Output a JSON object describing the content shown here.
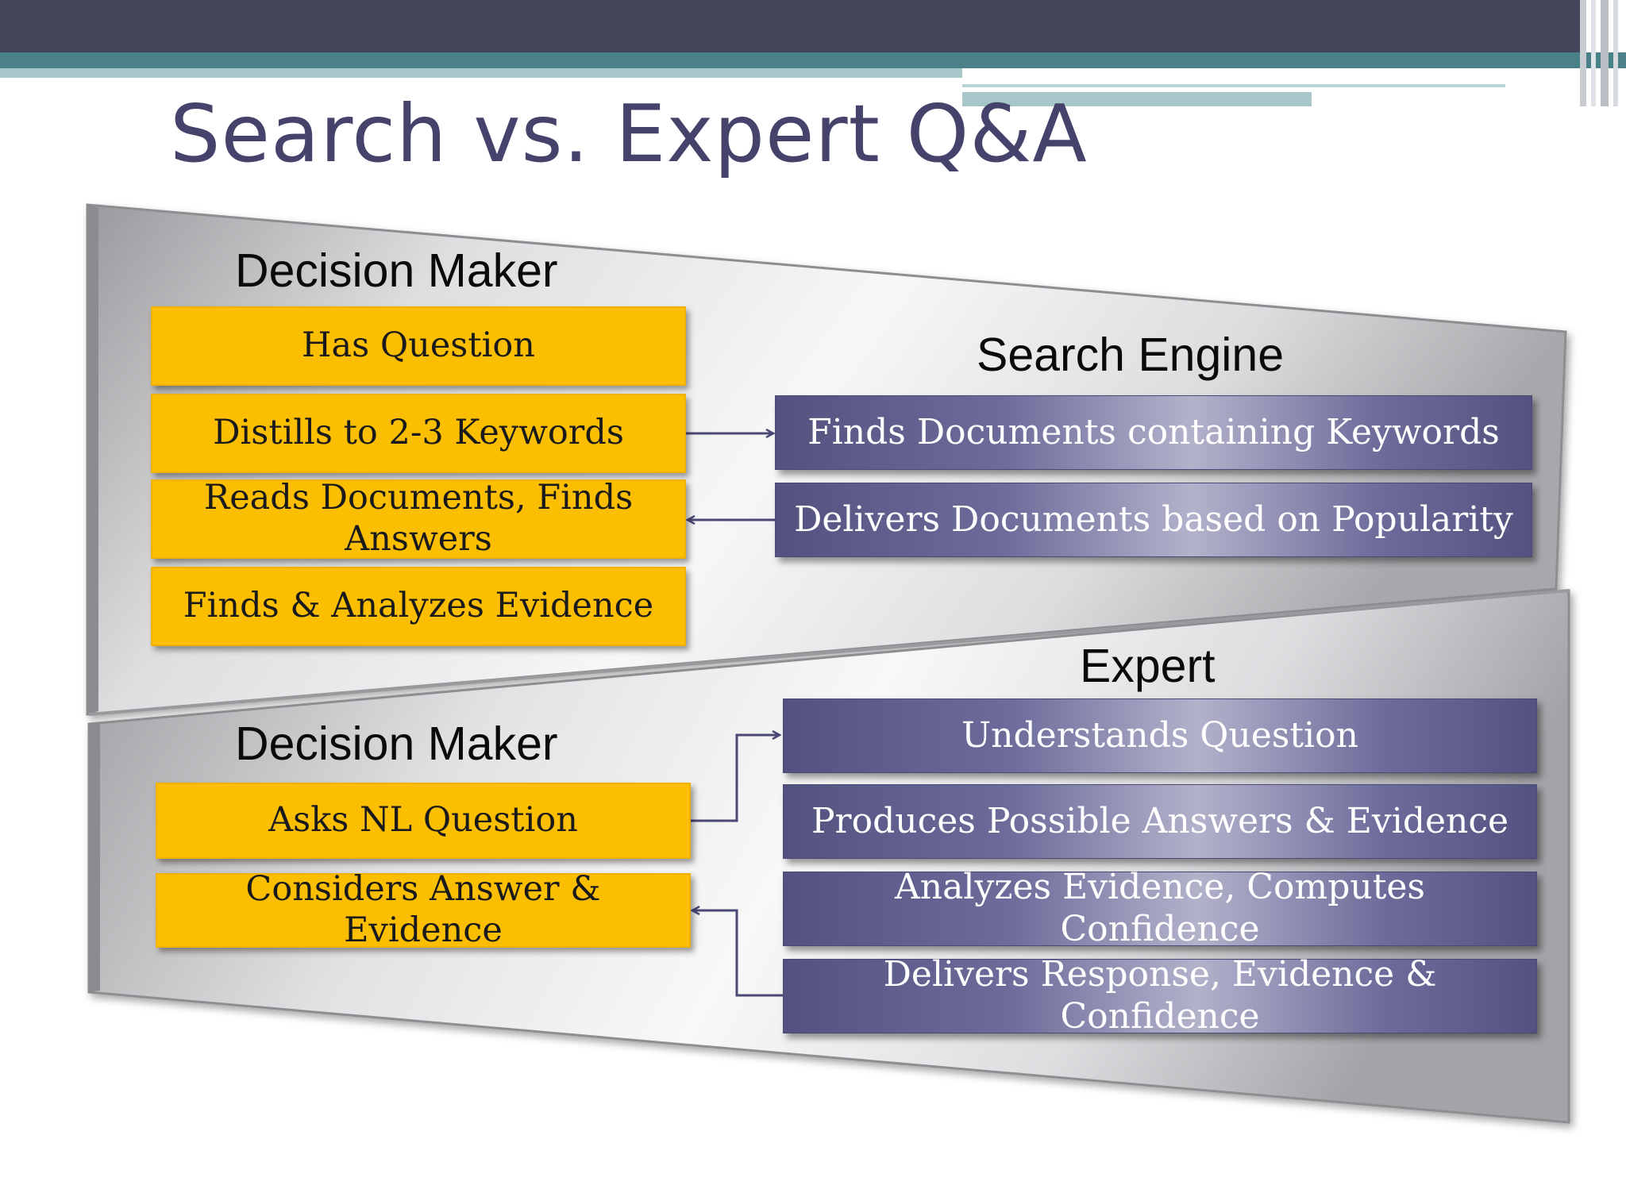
{
  "title": "Search vs. Expert Q&A",
  "search_panel": {
    "decision_maker_heading": "Decision Maker",
    "engine_heading": "Search Engine",
    "decision_steps": [
      "Has Question",
      "Distills to 2-3 Keywords",
      "Reads Documents, Finds Answers",
      "Finds & Analyzes Evidence"
    ],
    "engine_steps": [
      "Finds Documents containing Keywords",
      "Delivers Documents based on Popularity"
    ]
  },
  "expert_panel": {
    "decision_maker_heading": "Decision Maker",
    "expert_heading": "Expert",
    "decision_steps": [
      "Asks NL Question",
      "Considers Answer & Evidence"
    ],
    "expert_steps": [
      "Understands Question",
      "Produces Possible Answers & Evidence",
      "Analyzes Evidence, Computes Confidence",
      "Delivers Response, Evidence & Confidence"
    ]
  },
  "colors": {
    "gold_box": "#fcbe00",
    "purple_box": "#5c5b8a",
    "title": "#45436b",
    "connector": "#4a4975"
  }
}
